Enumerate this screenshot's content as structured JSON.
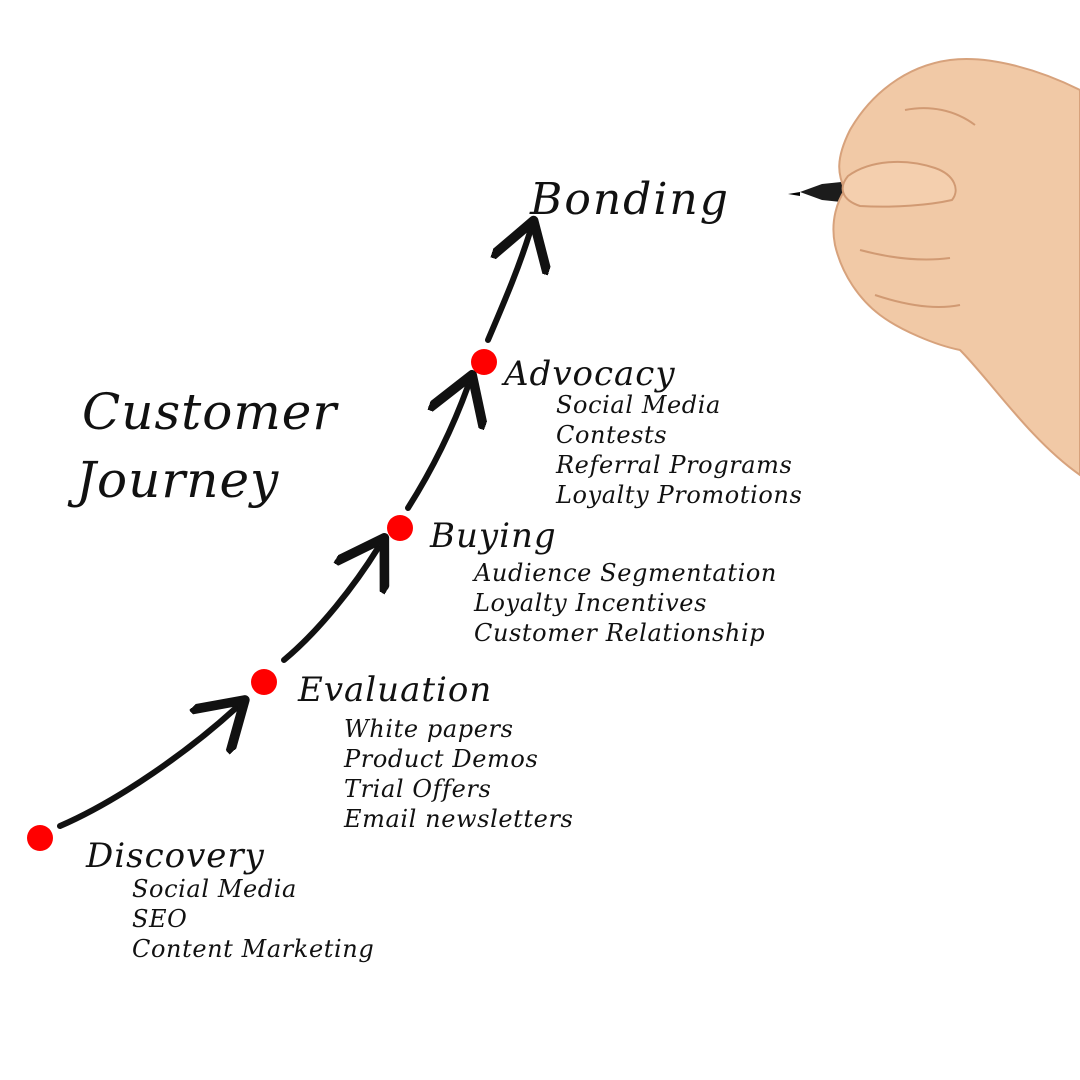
{
  "title": {
    "line1": "Customer",
    "line2": "Journey"
  },
  "goal": "Bonding",
  "stages": [
    {
      "name": "Discovery",
      "items": [
        "Social Media",
        "SEO",
        "Content Marketing"
      ]
    },
    {
      "name": "Evaluation",
      "items": [
        "White papers",
        "Product Demos",
        "Trial Offers",
        "Email newsletters"
      ]
    },
    {
      "name": "Buying",
      "items": [
        "Audience Segmentation",
        "Loyalty Incentives",
        "Customer Relationship"
      ]
    },
    {
      "name": "Advocacy",
      "items": [
        "Social Media",
        "Contests",
        "Referral Programs",
        "Loyalty Promotions"
      ]
    }
  ],
  "colors": {
    "marker": "#ff0000",
    "ink": "#111111",
    "background": "#ffffff"
  },
  "icons": {
    "hand": "hand-holding-marker-icon"
  }
}
